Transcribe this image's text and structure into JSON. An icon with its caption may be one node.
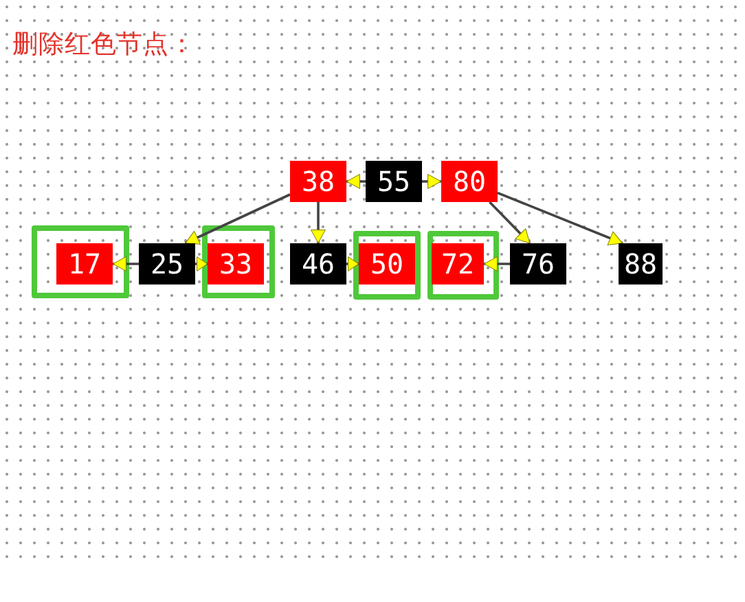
{
  "diagram": {
    "title": "删除红色节点：",
    "nodes": [
      {
        "text": [
          "38"
        ]
      },
      {
        "text": [
          "55"
        ]
      },
      {
        "text": [
          "80"
        ]
      },
      {
        "text": [],
        "shape": "box"
      },
      {
        "text": [
          "17"
        ],
        "in": 3
      },
      {
        "text": [
          "25"
        ]
      },
      {
        "text": [],
        "shape": "box"
      },
      {
        "text": [
          "33"
        ],
        "in": 6
      },
      {
        "text": [
          "46"
        ]
      },
      {
        "text": [],
        "shape": "box"
      },
      {
        "text": [
          "50"
        ],
        "in": 9
      },
      {
        "text": [],
        "shape": "box"
      },
      {
        "text": [
          "72"
        ],
        "in": 11
      },
      {
        "text": [
          "76"
        ]
      },
      {
        "text": [
          "88"
        ]
      }
    ],
    "edges": [
      {
        "from": 1,
        "to": 0,
        "arrow": "to"
      },
      {
        "from": 1,
        "to": 2,
        "arrow": "to"
      },
      {
        "from": 0,
        "to": 5,
        "arrow": "to"
      },
      {
        "from": 0,
        "to": 8,
        "arrow": "to"
      },
      {
        "from": 2,
        "to": 13,
        "arrow": "to"
      },
      {
        "from": 2,
        "to": 14,
        "arrow": "to"
      },
      {
        "from": 5,
        "to": 4,
        "arrow": "to"
      },
      {
        "from": 5,
        "to": 7,
        "arrow": "to"
      },
      {
        "from": 8,
        "to": 10,
        "arrow": "to"
      },
      {
        "from": 13,
        "to": 12,
        "arrow": "to"
      }
    ]
  }
}
